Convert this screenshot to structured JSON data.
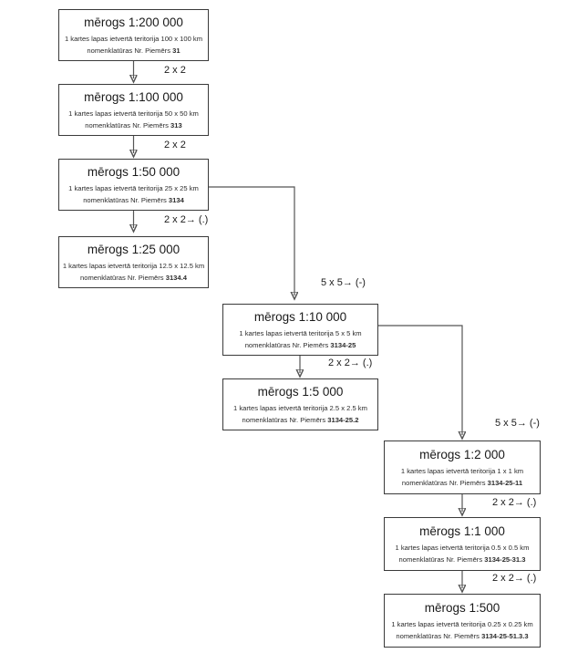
{
  "diagram": {
    "title_prefix": "mērogs",
    "area_prefix": "1 kartes lapas ietvertā teritorija",
    "nomenclature_prefix": "nomenklatūras Nr. Piemērs",
    "nodes": [
      {
        "id": "scale-200000",
        "title": "mērogs 1:200 000",
        "area": "1 kartes lapas ietvertā teritorija 100 x 100 km",
        "nomenclature_label": "nomenklatūras Nr. Piemērs",
        "nomenclature_value": "31"
      },
      {
        "id": "scale-100000",
        "title": "mērogs 1:100 000",
        "area": "1 kartes lapas ietvertā teritorija 50 x 50 km",
        "nomenclature_label": "nomenklatūras Nr. Piemērs",
        "nomenclature_value": "313"
      },
      {
        "id": "scale-50000",
        "title": "mērogs 1:50 000",
        "area": "1 kartes lapas ietvertā teritorija 25 x 25 km",
        "nomenclature_label": "nomenklatūras Nr. Piemērs",
        "nomenclature_value": "3134"
      },
      {
        "id": "scale-25000",
        "title": "mērogs 1:25 000",
        "area": "1 kartes lapas ietvertā teritorija 12.5 x 12.5 km",
        "nomenclature_label": "nomenklatūras Nr. Piemērs",
        "nomenclature_value": "3134.4"
      },
      {
        "id": "scale-10000",
        "title": "mērogs 1:10 000",
        "area": "1 kartes lapas ietvertā teritorija 5 x 5 km",
        "nomenclature_label": "nomenklatūras Nr. Piemērs",
        "nomenclature_value": "3134-25"
      },
      {
        "id": "scale-5000",
        "title": "mērogs 1:5 000",
        "area": "1 kartes lapas ietvertā teritorija 2.5 x 2.5 km",
        "nomenclature_label": "nomenklatūras Nr. Piemērs",
        "nomenclature_value": "3134-25.2"
      },
      {
        "id": "scale-2000",
        "title": "mērogs 1:2 000",
        "area": "1 kartes lapas ietvertā teritorija 1 x 1 km",
        "nomenclature_label": "nomenklatūras Nr. Piemērs",
        "nomenclature_value": "3134-25-11"
      },
      {
        "id": "scale-1000",
        "title": "mērogs 1:1 000",
        "area": "1 kartes lapas ietvertā teritorija 0.5 x 0.5 km",
        "nomenclature_label": "nomenklatūras Nr. Piemērs",
        "nomenclature_value": "3134-25-31.3"
      },
      {
        "id": "scale-500",
        "title": "mērogs 1:500",
        "area": "1 kartes lapas ietvertā teritorija 0.25 x 0.25 km",
        "nomenclature_label": "nomenklatūras Nr. Piemērs",
        "nomenclature_value": "3134-25-51.3.3"
      }
    ],
    "edge_labels": [
      {
        "id": "edge-200000-to-100000",
        "text": "2 x 2"
      },
      {
        "id": "edge-100000-to-50000",
        "text": "2 x 2"
      },
      {
        "id": "edge-50000-to-25000",
        "text": "2 x 2→  (.)"
      },
      {
        "id": "edge-50000-to-10000",
        "text": "5 x 5→  (-)"
      },
      {
        "id": "edge-10000-to-5000",
        "text": "2 x 2→  (.)"
      },
      {
        "id": "edge-10000-to-2000",
        "text": "5 x 5→  (-)"
      },
      {
        "id": "edge-2000-to-1000",
        "text": "2 x 2→  (.)"
      },
      {
        "id": "edge-1000-to-500",
        "text": "2 x 2→  (.)"
      }
    ],
    "colors": {
      "box_border": "#3a3a3a",
      "wire": "#555555",
      "text": "#1a1a1a",
      "background": "#ffffff"
    }
  }
}
